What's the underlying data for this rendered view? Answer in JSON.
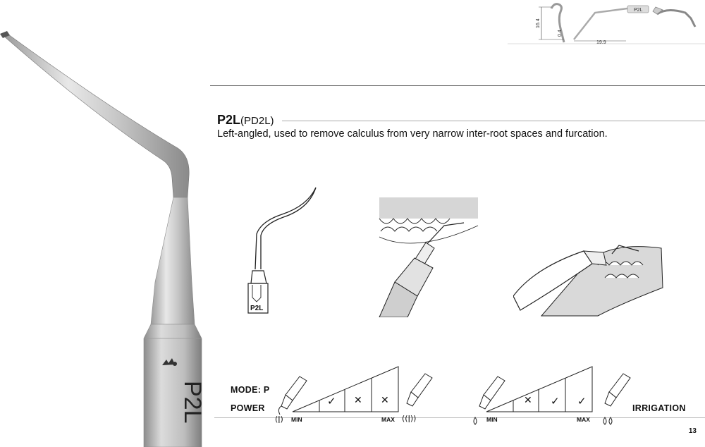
{
  "product": {
    "code": "P2L",
    "alt_code": "(PD2L)",
    "description": "Left-angled, used to remove calculus from very narrow inter-root spaces and furcation.",
    "tip_marking": "P2L",
    "thumb_marking": "P2L"
  },
  "dimensions": {
    "height": "16.4",
    "diameter": "0.4",
    "length": "19.9",
    "drawing_label": "P2L"
  },
  "power_chart": {
    "mode_label": "MODE: P",
    "power_label": "POWER",
    "min_label": "MIN",
    "max_label": "MAX",
    "marks": [
      "✓",
      "✕",
      "✕"
    ]
  },
  "irrigation_chart": {
    "label": "IRRIGATION",
    "min_label": "MIN",
    "max_label": "MAX",
    "marks": [
      "✕",
      "✓",
      "✓"
    ]
  },
  "page_number": "13"
}
